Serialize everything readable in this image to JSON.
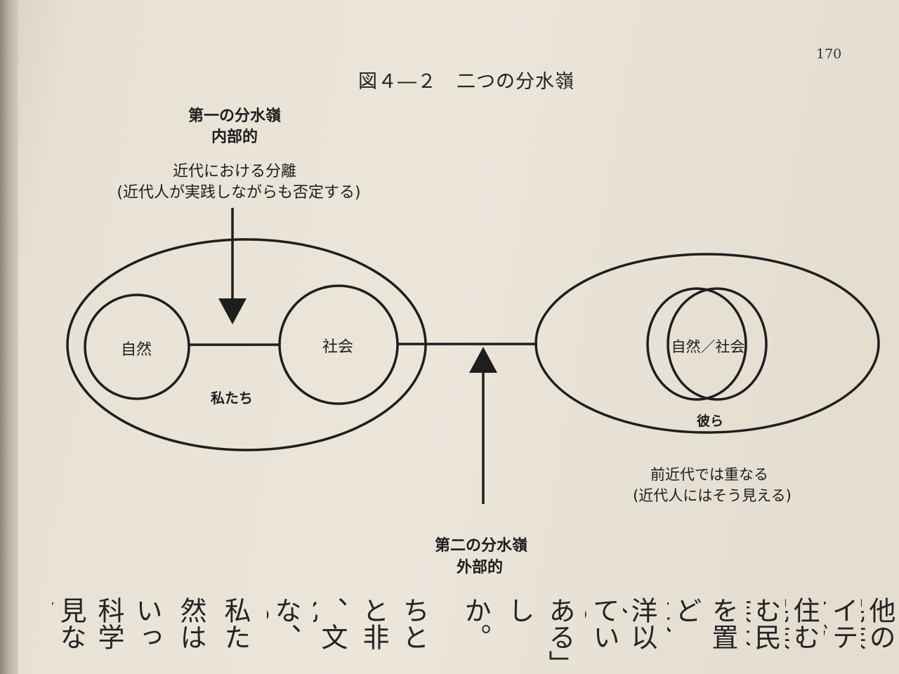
{
  "page_number": "170",
  "figure_title": "図４―２　二つの分水嶺",
  "first_divide": {
    "title": "第一の分水嶺",
    "subtitle": "内部的",
    "note_line1": "近代における分離",
    "note_line2": "(近代人が実践しながらも否定する)"
  },
  "us": {
    "nature": "自然",
    "society": "社会",
    "label": "私たち"
  },
  "them": {
    "nature_society": "自然／社会",
    "label": "彼ら",
    "note_line1": "前近代では重なる",
    "note_line2": "(近代人にはそう見える)"
  },
  "second_divide": {
    "title": "第二の分水嶺",
    "subtitle": "外部的"
  },
  "body_text_columns": [
    "他の民族",
    "イティヴ",
    "住む民族",
    "む民族は",
    "を置く",
    "どに、",
    "洋以外",
    "ている",
    "ある」",
    "し",
    "か。",
    "ちと",
    "と非",
    "、文化",
    "な、も",
    "私た",
    "然は",
    "いっ",
    "科学",
    "見なさ"
  ]
}
